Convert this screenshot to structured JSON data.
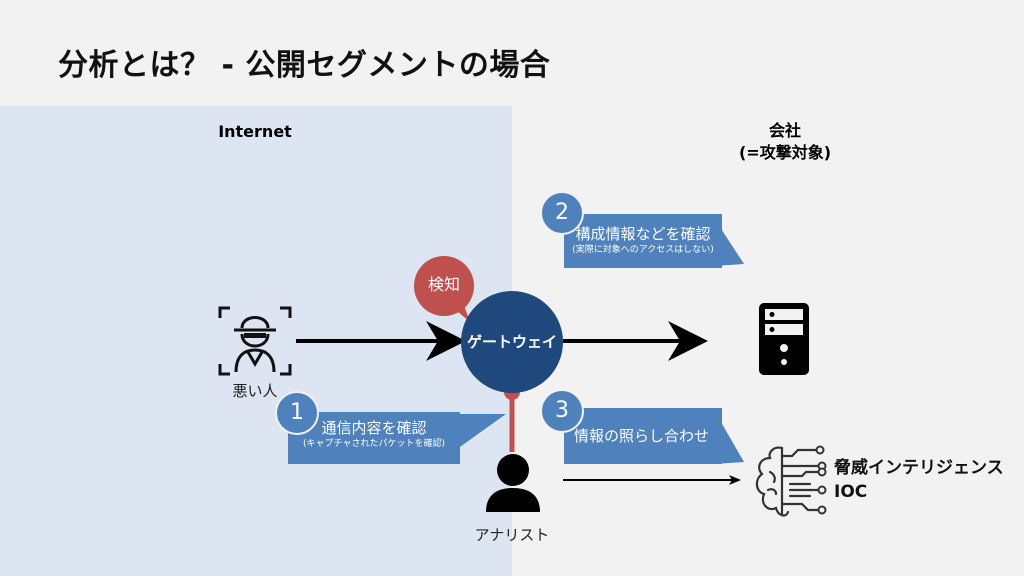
{
  "title": "分析とは？ - 公開セグメントの場合",
  "zones": {
    "internet": "Internet",
    "company_line1": "会社",
    "company_line2": "(=攻撃対象)"
  },
  "nodes": {
    "attacker": "悪い人",
    "gateway": "ゲートウェイ",
    "detect": "検知",
    "analyst": "アナリスト",
    "threat_intel_line1": "脅威インテリジェンス",
    "threat_intel_line2": "IOC"
  },
  "steps": [
    {
      "number": "1",
      "main": "通信内容を確認",
      "sub": "(キャプチャされたパケットを確認)"
    },
    {
      "number": "2",
      "main": "構成情報などを確認",
      "sub": "(実際に対象へのアクセスはしない)"
    },
    {
      "number": "3",
      "main": "情報の照らし合わせ",
      "sub": ""
    }
  ],
  "icons": {
    "attacker": "spy-icon",
    "server": "server-icon",
    "analyst": "person-icon",
    "threat_intel": "ai-brain-icon"
  },
  "colors": {
    "background": "#f2f2f2",
    "internet_zone": "#dce5f1",
    "callout": "#4f81bd",
    "gateway": "#1f497d",
    "detect": "#c0504d"
  }
}
